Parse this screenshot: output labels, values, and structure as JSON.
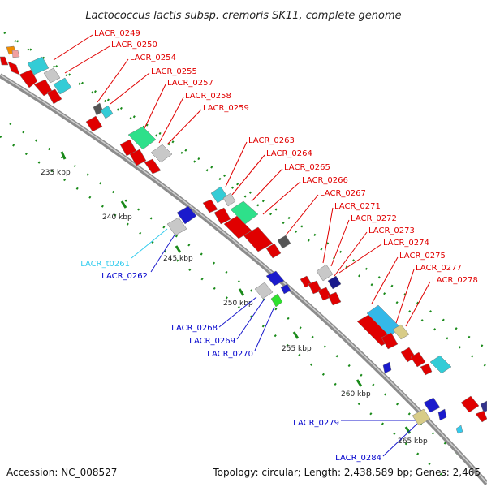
{
  "title": "Lactococcus lactis subsp. cremoris SK11, complete genome",
  "accession": "Accession: NC_008527",
  "summary": "Topology: circular; Length: 2,438,589 bp; Genes: 2,465",
  "colors": {
    "forward_label": "#e00000",
    "reverse_label": "#0000cc",
    "trna_label": "#33ccee",
    "backbone": "#8c8c8c",
    "tick": "#1a8a1a"
  },
  "ticks": [
    "235 kbp",
    "240 kbp",
    "245 kbp",
    "250 kbp",
    "255 kbp",
    "260 kbp",
    "265 kbp"
  ],
  "forward_labels": [
    "LACR_0249",
    "LACR_0250",
    "LACR_0254",
    "LACR_0255",
    "LACR_0257",
    "LACR_0258",
    "LACR_0259",
    "LACR_0263",
    "LACR_0264",
    "LACR_0265",
    "LACR_0266",
    "LACR_0267",
    "LACR_0271",
    "LACR_0272",
    "LACR_0273",
    "LACR_0274",
    "LACR_0275",
    "LACR_0277",
    "LACR_0278"
  ],
  "reverse_labels": [
    "LACR_t0261",
    "LACR_0262",
    "LACR_0268",
    "LACR_0269",
    "LACR_0270",
    "LACR_0279",
    "LACR_0284"
  ]
}
